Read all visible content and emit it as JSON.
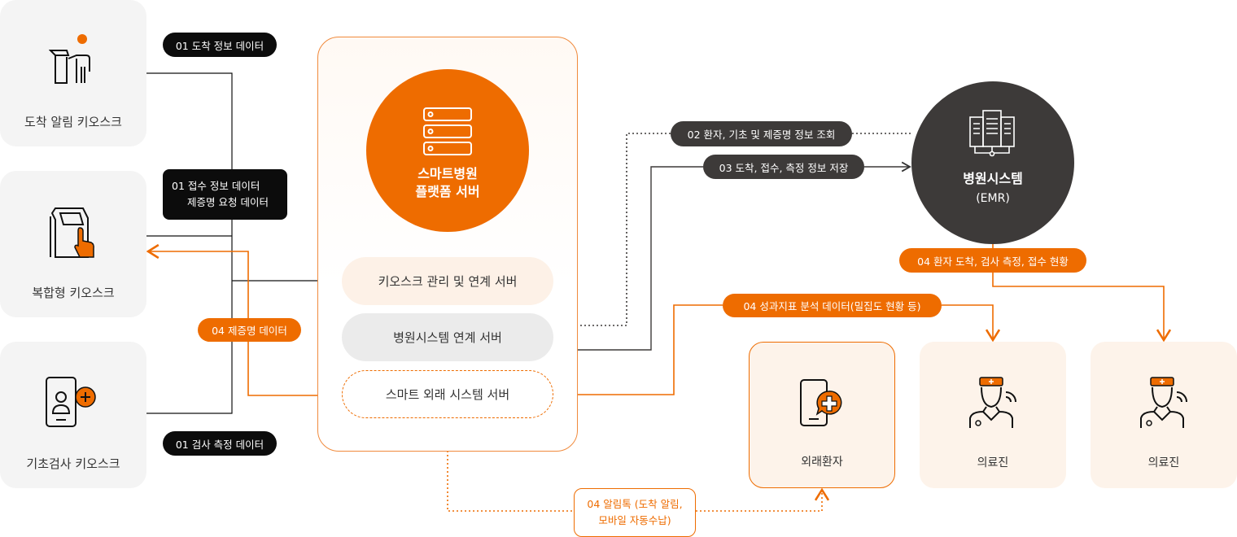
{
  "kiosks": [
    {
      "label": "도착 알림 키오스크",
      "icon": "person-kiosk-icon"
    },
    {
      "label": "복합형 키오스크",
      "icon": "touch-kiosk-icon"
    },
    {
      "label": "기초검사 키오스크",
      "icon": "mobile-health-icon"
    }
  ],
  "labels": {
    "arrival_data": "01 도착 정보 데이터",
    "reception_data_1": "01 접수 정보 데이터",
    "reception_data_2": "제증명 요청 데이터",
    "measure_data": "01 검사 측정 데이터",
    "certificate_data": "04 제증명 데이터",
    "query": "02 환자, 기초 및 제증명 정보 조회",
    "store": "03 도착, 접수, 측정 정보 저장",
    "status": "04 환자 도착, 검사 측정, 접수 현황",
    "kpi": "04 성과지표 분석 데이터(밀집도 현황 등)",
    "alimtalk_1": "04 알림톡 (도착 알림,",
    "alimtalk_2": "모바일 자동수납)"
  },
  "platform": {
    "title_1": "스마트병원",
    "title_2": "플랫폼 서버",
    "servers": [
      "키오스크 관리 및 연계 서버",
      "병원시스템 연계 서버",
      "스마트 외래 시스템 서버"
    ]
  },
  "emr": {
    "title": "병원시스템",
    "sub": "(EMR)"
  },
  "destinations": [
    "외래환자",
    "의료진",
    "의료진"
  ],
  "colors": {
    "orange": "#ee6c00",
    "dark": "#3d3a39",
    "black": "#0c0c0c"
  }
}
